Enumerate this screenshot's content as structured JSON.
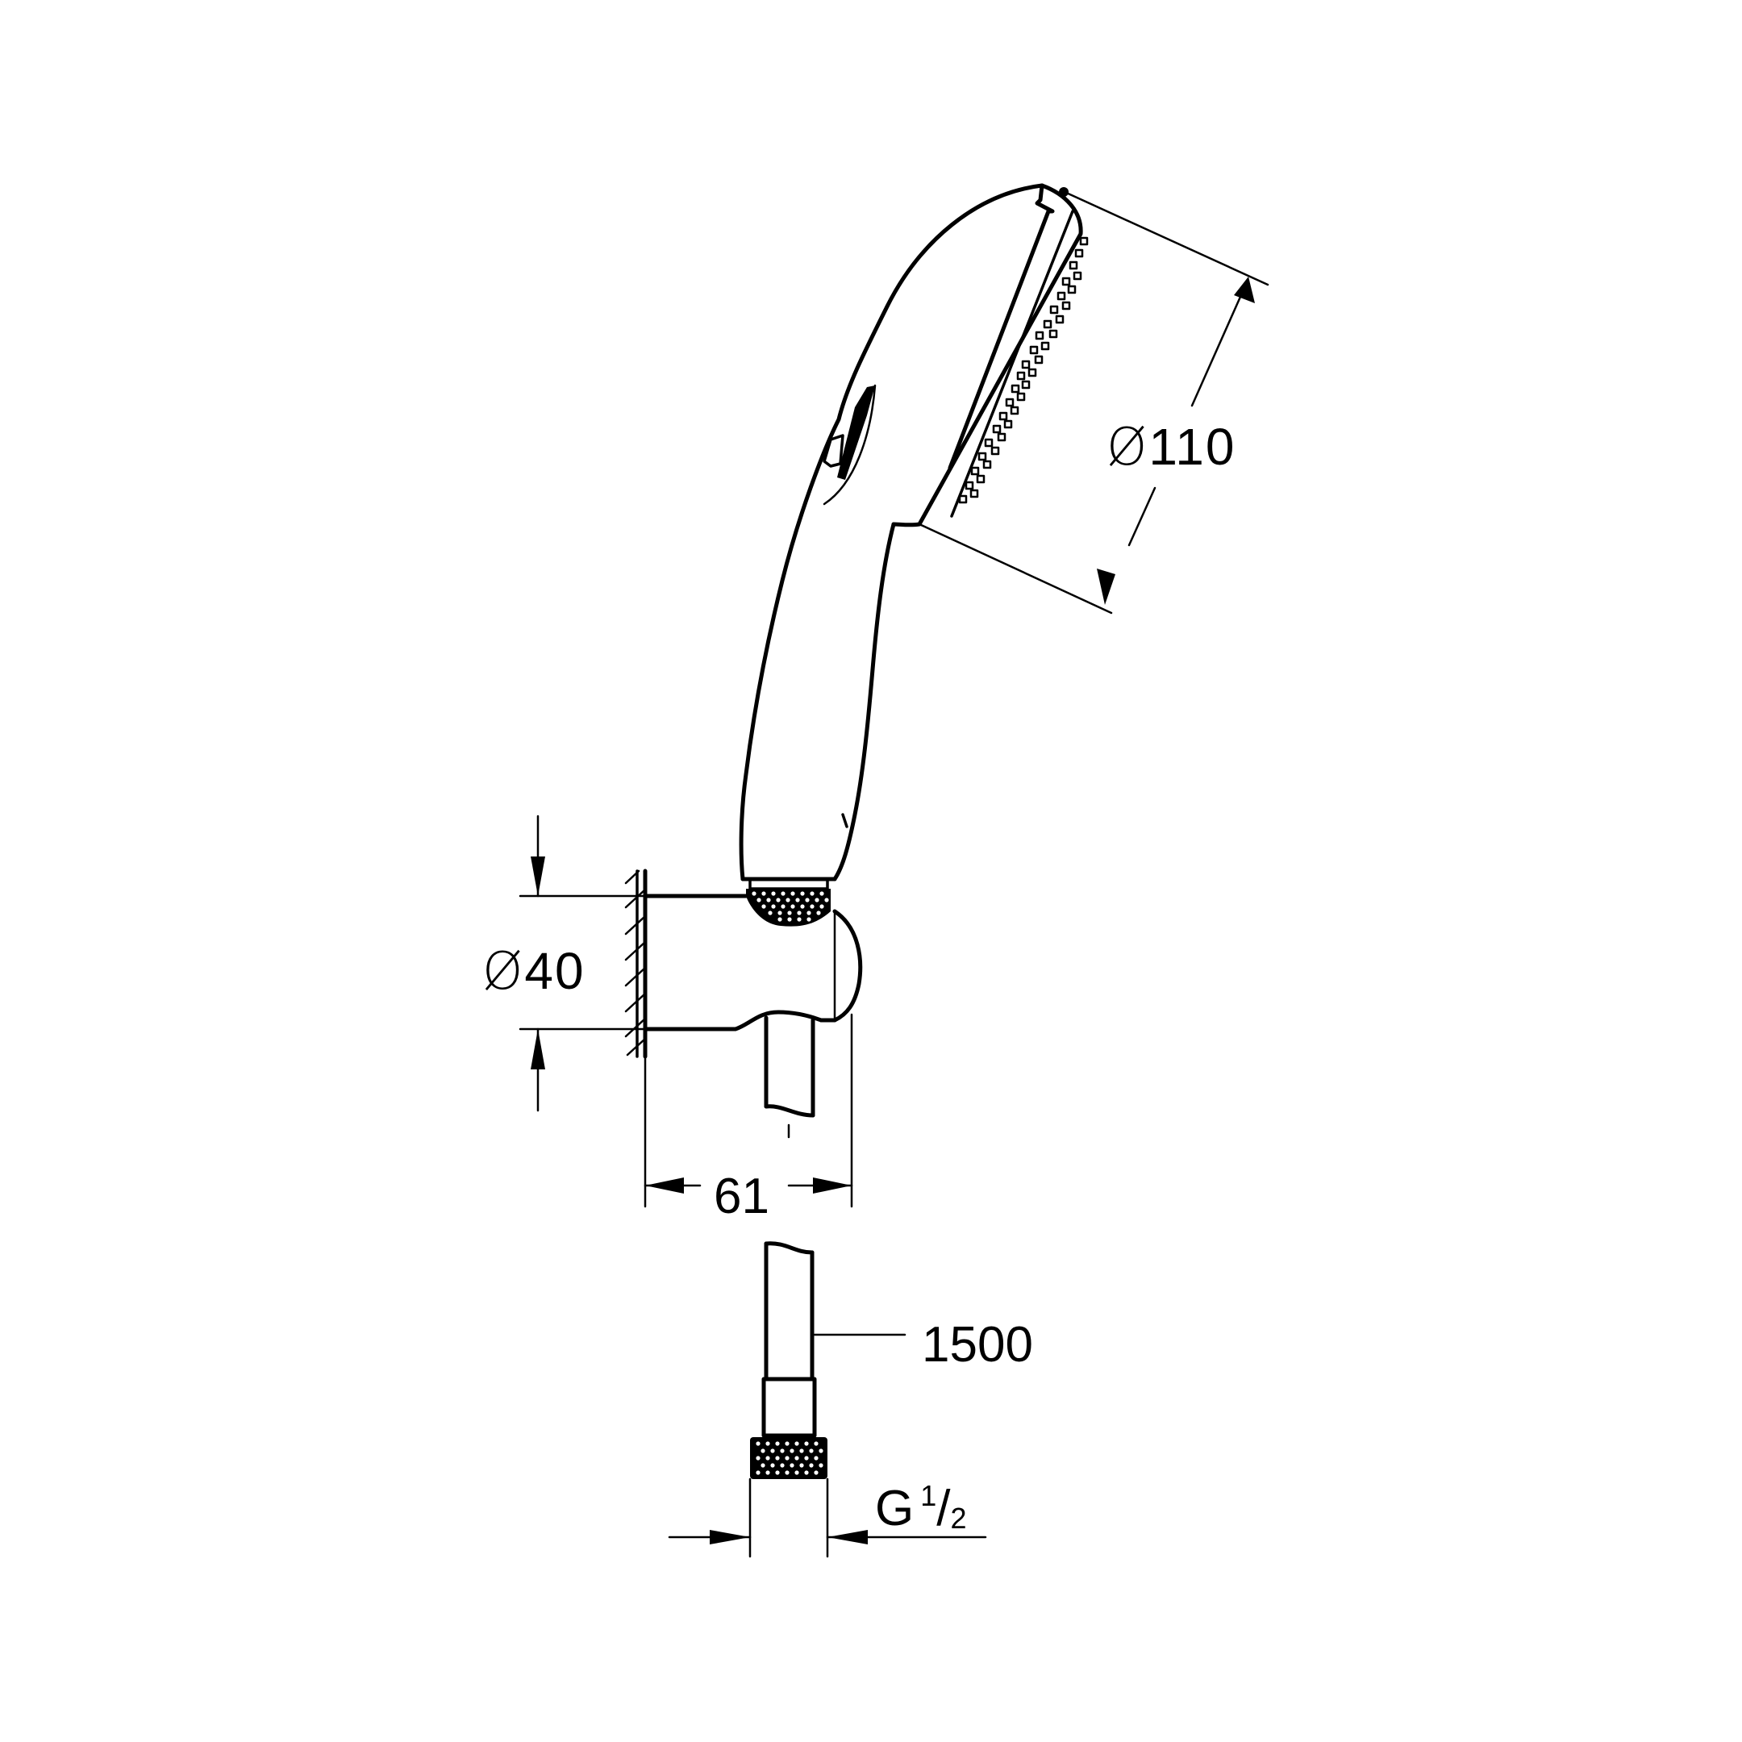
{
  "drawing": {
    "subject": "Hand shower set with wall holder and hose",
    "line_color": "#000000",
    "background_color": "#ffffff"
  },
  "dimensions": {
    "hand_shower_diameter": {
      "symbol": "Ø",
      "value": "110"
    },
    "holder_diameter": {
      "symbol": "Ø",
      "value": "40"
    },
    "holder_projection": {
      "value": "61"
    },
    "hose_length": {
      "value": "1500"
    },
    "hose_connection": {
      "prefix": "G",
      "numerator": "1",
      "slash": "/",
      "denominator": "2"
    }
  }
}
